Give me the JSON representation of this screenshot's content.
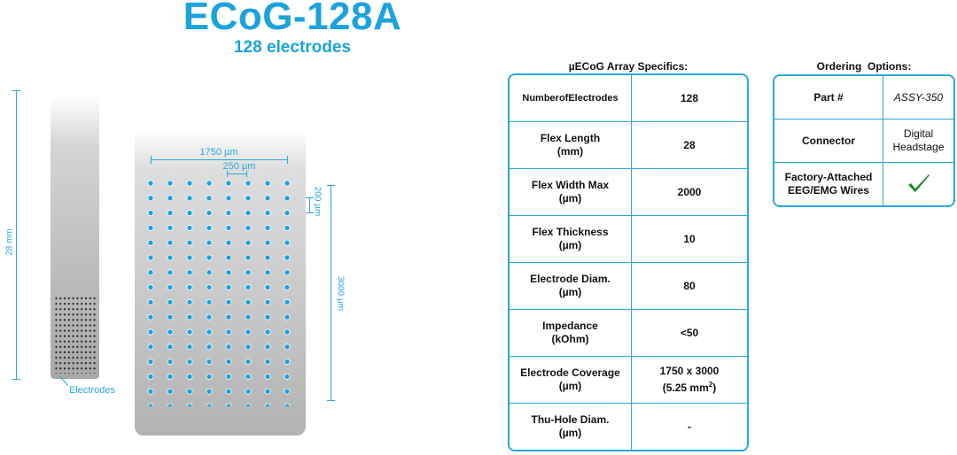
{
  "title": "ECoG-128A",
  "subtitle": "128 electrodes",
  "diagram": {
    "probe_length_label": "28 mm",
    "electrodes_label": "Electrodes",
    "width_dim_label": "1750 µm",
    "pitch_dim_label": "250 µm",
    "row_pitch_label": "200 µm",
    "height_dim_label": "3000 µm",
    "array_rows": 16,
    "array_cols": 8,
    "electrode_color": "#1aa3dc"
  },
  "specs": {
    "title": "µECoG Array Specifics:",
    "rows": [
      {
        "label": "NumberofElectrodes",
        "value": "128"
      },
      {
        "label": "Flex Length\n(mm)",
        "value": "28"
      },
      {
        "label": "Flex Width Max\n(µm)",
        "value": "2000"
      },
      {
        "label": "Flex Thickness\n(µm)",
        "value": "10"
      },
      {
        "label": "Electrode Diam.\n(µm)",
        "value": "80"
      },
      {
        "label": "Impedance\n(kOhm)",
        "value": "<50"
      },
      {
        "label": "Electrode Coverage\n(µm)",
        "value": "1750 x 3000",
        "value_line2": "(5.25 mm",
        "value_sup": "2",
        "value_close": ")"
      },
      {
        "label": "Thu-Hole Diam.\n(µm)",
        "value": "-"
      }
    ]
  },
  "ordering": {
    "title": "Ordering  Options:",
    "rows": [
      {
        "label": "Part #",
        "value": "ASSY-350"
      },
      {
        "label": "Connector",
        "value": "Digital\nHeadstage"
      },
      {
        "label": "Factory-Attached\nEEG/EMG Wires",
        "value": "",
        "icon": "checkmark-icon"
      }
    ]
  },
  "colors": {
    "accent": "#1aa3dc",
    "check": "#1a8a2a"
  }
}
